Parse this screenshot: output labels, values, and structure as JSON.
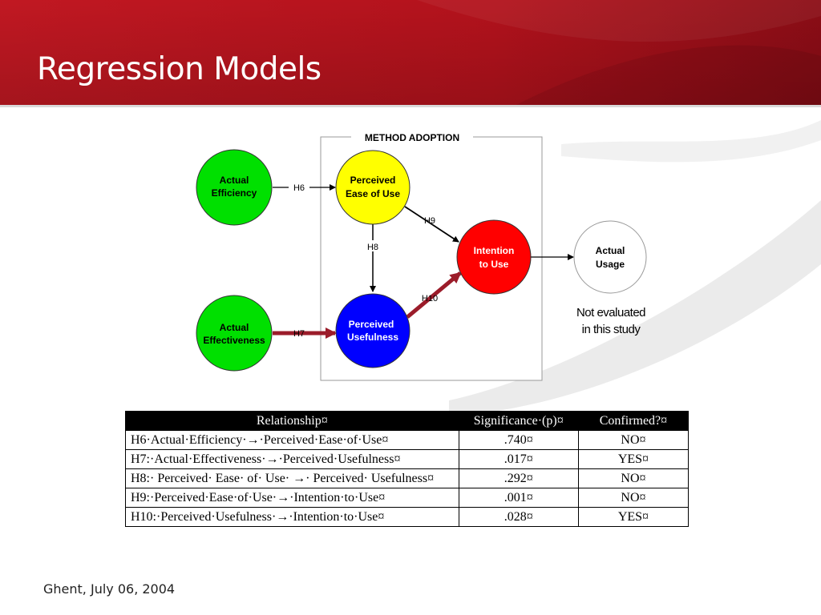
{
  "slide": {
    "title": "Regression Models",
    "footer": "Ghent, July 06, 2004"
  },
  "diagram": {
    "group_label": "METHOD ADOPTION",
    "nodes": {
      "actual_efficiency": {
        "line1": "Actual",
        "line2": "Efficiency",
        "fill": "#00e000"
      },
      "actual_effectiveness": {
        "line1": "Actual",
        "line2": "Effectiveness",
        "fill": "#00e000"
      },
      "perceived_ease": {
        "line1": "Perceived",
        "line2": "Ease of Use",
        "fill": "#ffff00"
      },
      "perceived_usefulness": {
        "line1": "Perceived",
        "line2": "Usefulness",
        "fill": "#0000ff"
      },
      "intention": {
        "line1": "Intention",
        "line2": "to Use",
        "fill": "#ff0000"
      },
      "actual_usage": {
        "line1": "Actual",
        "line2": "Usage",
        "fill": "#ffffff"
      }
    },
    "edges": {
      "h6": "H6",
      "h7": "H7",
      "h8": "H8",
      "h9": "H9",
      "h10": "H10"
    },
    "note": {
      "line1": "Not evaluated",
      "line2": "in this study"
    },
    "colors": {
      "significant_arrow": "#9b1c2a",
      "plain_arrow": "#000000"
    }
  },
  "table": {
    "headers": [
      "Relationship¤",
      "Significance·(p)¤",
      "Confirmed?¤"
    ],
    "rows": [
      [
        "H6·Actual·Efficiency·→·Perceived·Ease·of·Use¤",
        ".740¤",
        "NO¤"
      ],
      [
        "H7:·Actual·Effectiveness·→·Perceived·Usefulness¤",
        ".017¤",
        "YES¤"
      ],
      [
        "H8:· Perceived· Ease· of· Use· →· Perceived· Usefulness¤",
        ".292¤",
        "NO¤"
      ],
      [
        "H9:·Perceived·Ease·of·Use·→·Intention·to·Use¤",
        ".001¤",
        "NO¤"
      ],
      [
        "H10:·Perceived·Usefulness·→·Intention·to·Use¤",
        ".028¤",
        "YES¤"
      ]
    ]
  },
  "theme": {
    "header_red": "#b8141f",
    "header_dark": "#7a0a12"
  }
}
